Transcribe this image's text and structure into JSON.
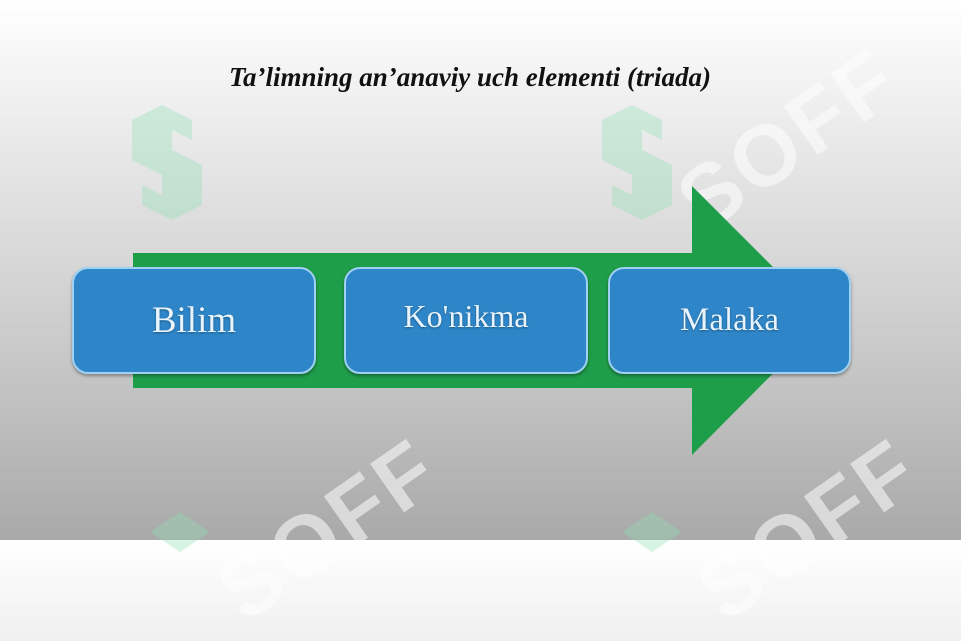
{
  "slide": {
    "title": "Ta’limning an’anaviy uch elementi (triada)",
    "watermark_text": "SOFF",
    "colors": {
      "arrow": "#1f9e4a",
      "box_fill": "#2e86c8",
      "box_border": "#9fd2f2",
      "box_text": "#e8f3fb",
      "watermark": "#8fe0b4"
    }
  },
  "diagram": {
    "items": [
      {
        "label": "Bilim"
      },
      {
        "label": "Ko'nikma"
      },
      {
        "label": "Malaka"
      }
    ]
  }
}
